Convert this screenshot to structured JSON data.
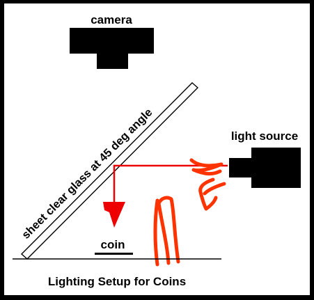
{
  "labels": {
    "camera": "camera",
    "light_source": "light source",
    "glass": "sheet clear glass at 45 deg angle",
    "coin": "coin",
    "caption": "Lighting Setup for Coins"
  },
  "colors": {
    "frame": "#000000",
    "background": "#ffffff",
    "ink": "#000000",
    "light_path": "#ee0000",
    "scribble": "#ff3300"
  }
}
